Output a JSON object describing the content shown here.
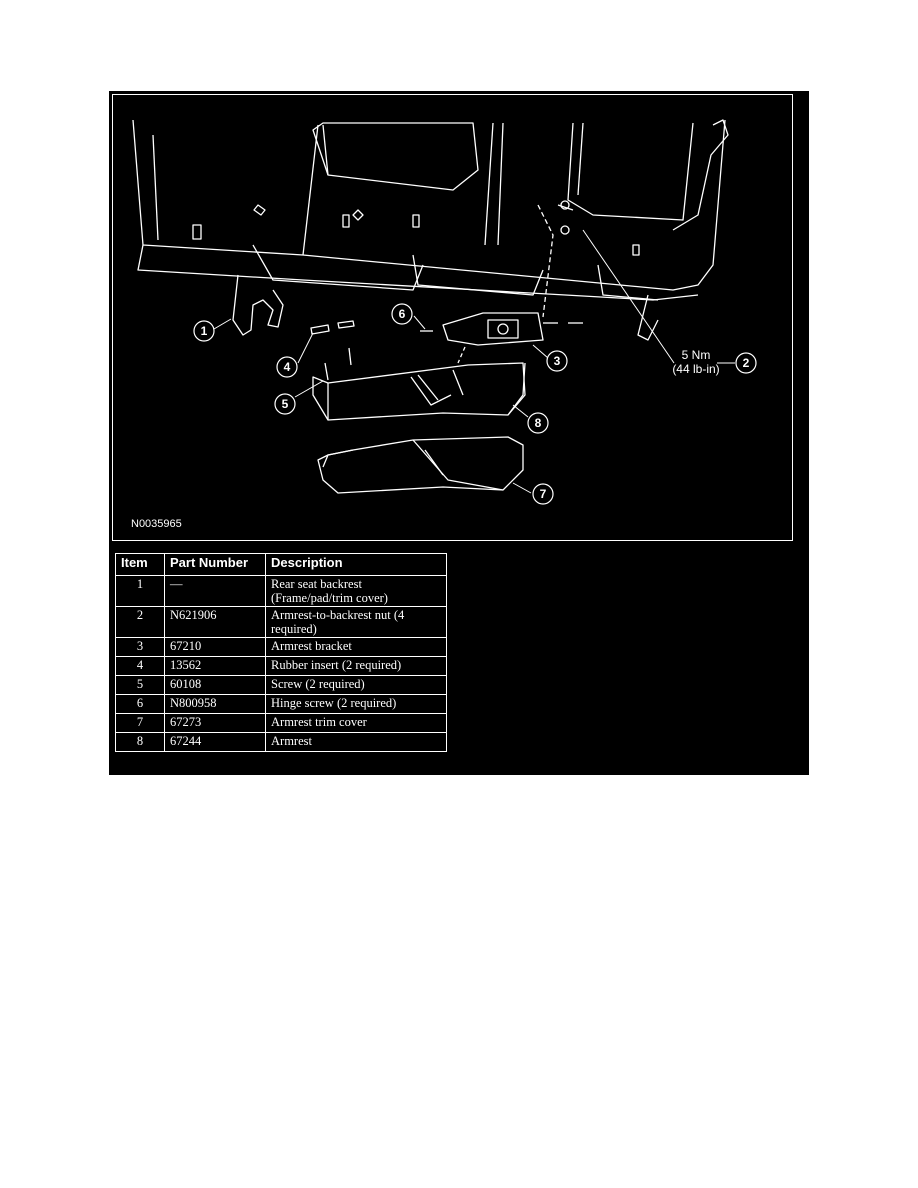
{
  "figure": {
    "id_label": "N0035965",
    "torque_value": "5 Nm",
    "torque_alt": "(44 lb-in)",
    "callouts": [
      "1",
      "2",
      "3",
      "4",
      "5",
      "6",
      "7",
      "8"
    ]
  },
  "table": {
    "headers": [
      "Item",
      "Part Number",
      "Description"
    ],
    "rows": [
      {
        "item": "1",
        "part": "—",
        "desc": "Rear seat backrest (Frame/pad/trim cover)"
      },
      {
        "item": "2",
        "part": "N621906",
        "desc": "Armrest-to-backrest nut (4 required)"
      },
      {
        "item": "3",
        "part": "67210",
        "desc": "Armrest bracket"
      },
      {
        "item": "4",
        "part": "13562",
        "desc": "Rubber insert (2 required)"
      },
      {
        "item": "5",
        "part": "60108",
        "desc": "Screw (2 required)"
      },
      {
        "item": "6",
        "part": "N800958",
        "desc": "Hinge screw (2 required)"
      },
      {
        "item": "7",
        "part": "67273",
        "desc": "Armrest trim cover"
      },
      {
        "item": "8",
        "part": "67244",
        "desc": "Armrest"
      }
    ]
  }
}
